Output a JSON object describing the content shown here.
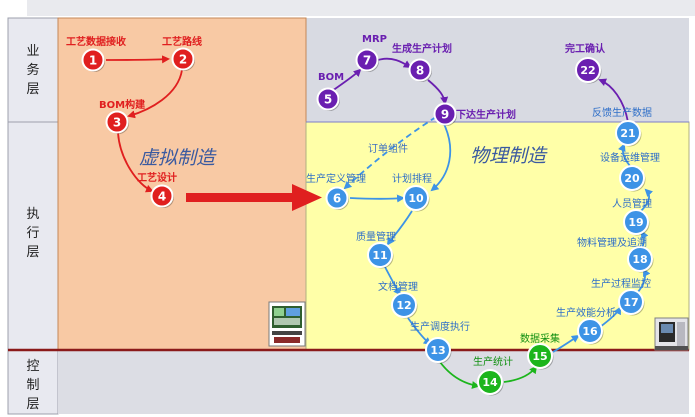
{
  "layers": {
    "business": [
      "业",
      "务",
      "层"
    ],
    "execution": [
      "执",
      "行",
      "层"
    ],
    "control": [
      "控",
      "制",
      "层"
    ]
  },
  "zones": {
    "virtual": "虚拟制造",
    "physical": "物理制造"
  },
  "nodes": [
    {
      "num": "1",
      "label": "工艺数据接收",
      "color": "red"
    },
    {
      "num": "2",
      "label": "工艺路线",
      "color": "red"
    },
    {
      "num": "3",
      "label": "BOM构建",
      "color": "red"
    },
    {
      "num": "4",
      "label": "工艺设计",
      "color": "red"
    },
    {
      "num": "5",
      "label": "BOM",
      "color": "purple"
    },
    {
      "num": "6",
      "label": "生产定义管理",
      "color": "blue"
    },
    {
      "num": "7",
      "label": "MRP",
      "color": "purple"
    },
    {
      "num": "8",
      "label": "生成生产计划",
      "color": "purple"
    },
    {
      "num": "9",
      "label": "下达生产计划",
      "color": "purple"
    },
    {
      "num": "10",
      "label": "计划排程",
      "color": "blue"
    },
    {
      "num": "11",
      "label": "质量管理",
      "color": "blue"
    },
    {
      "num": "12",
      "label": "文档管理",
      "color": "blue"
    },
    {
      "num": "13",
      "label": "生产调度执行",
      "color": "blue"
    },
    {
      "num": "14",
      "label": "生产统计",
      "color": "green"
    },
    {
      "num": "15",
      "label": "数据采集",
      "color": "green"
    },
    {
      "num": "16",
      "label": "生产效能分析",
      "color": "blue"
    },
    {
      "num": "17",
      "label": "生产过程监控",
      "color": "blue"
    },
    {
      "num": "18",
      "label": "物料管理及追溯",
      "color": "blue"
    },
    {
      "num": "19",
      "label": "人员管理",
      "color": "blue"
    },
    {
      "num": "20",
      "label": "设备运维管理",
      "color": "blue"
    },
    {
      "num": "21",
      "label": "反馈生产数据",
      "color": "blue"
    },
    {
      "num": "22",
      "label": "完工确认",
      "color": "purple"
    }
  ],
  "edge_labels": {
    "order_assembly": "订单组件"
  },
  "colors": {
    "red": "#e01f1f",
    "purple": "#6a1fb0",
    "blue": "#3d93e6",
    "green": "#1cb51c",
    "virtual_bg": "#f8c9a4",
    "physical_bg": "#ffffa8",
    "business_bg": "#d8dae2",
    "control_bg": "#dcdde4",
    "divider": "#8b1a1a"
  }
}
